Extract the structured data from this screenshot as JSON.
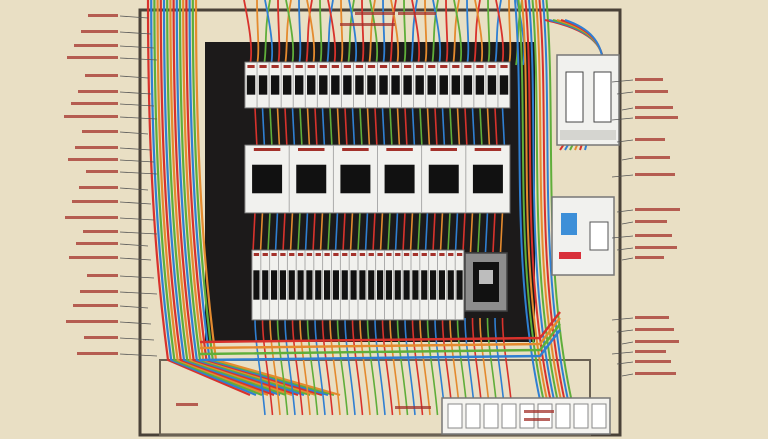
{
  "diagram": {
    "kind": "electrical-distribution-panel-illustration",
    "colors": {
      "background": "#e9dfc4",
      "panel_back": "#1c1a1a",
      "frame": "#3a342c",
      "wire_red": "#d8322c",
      "wire_blue": "#2f7fd2",
      "wire_green": "#5fae3a",
      "wire_orange": "#e48a2e",
      "breaker_body": "#f1f1ee",
      "breaker_handle": "#111111",
      "label_red": "#a3312b",
      "rcd_red": "#d9303a",
      "rcd_blue": "#3d8fd8"
    },
    "sections": {
      "left_labels": "illegible",
      "right_labels": "illegible",
      "top_labels": "illegible",
      "terminal_labels": "illegible"
    },
    "rows": [
      {
        "name": "top-breaker-row",
        "modules": 22
      },
      {
        "name": "middle-breaker-row",
        "modules": 6
      },
      {
        "name": "lower-breaker-row",
        "modules": 24
      }
    ],
    "devices": {
      "main_switch_handles": 2,
      "rcd_indicators": [
        "blue",
        "red"
      ],
      "terminal_block_slots": 9,
      "contactor": 1
    }
  }
}
